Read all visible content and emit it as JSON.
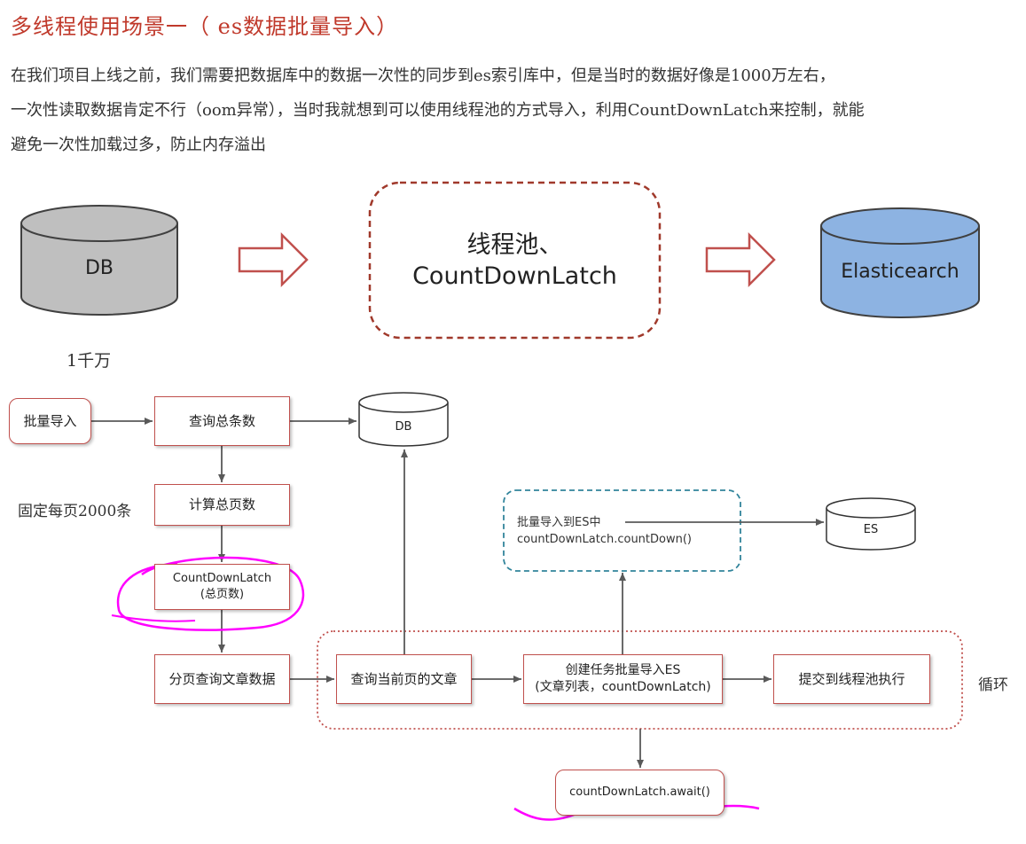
{
  "title": "多线程使用场景一（ es数据批量导入）",
  "paragraph": {
    "line1": "在我们项目上线之前，我们需要把数据库中的数据一次性的同步到es索引库中，但是当时的数据好像是1000万左右，",
    "line2": "一次性读取数据肯定不行（oom异常），当时我就想到可以使用线程池的方式导入，利用CountDownLatch来控制，就能",
    "line3": "避免一次性加载过多，防止内存溢出"
  },
  "top_diagram": {
    "db_label": "DB",
    "db_caption": "1千万",
    "middle_line1": "线程池、",
    "middle_line2": "CountDownLatch",
    "es_label": "Elasticearch"
  },
  "flow": {
    "batch_import": "批量导入",
    "query_total": "查询总条数",
    "db": "DB",
    "page_size_note": "固定每页2000条",
    "calc_pages": "计算总页数",
    "latch_line1": "CountDownLatch",
    "latch_line2": "(总页数)",
    "paged_query": "分页查询文章数据",
    "query_current": "查询当前页的文章",
    "create_task_line1": "创建任务批量导入ES",
    "create_task_line2": "(文章列表，countDownLatch)",
    "submit_pool": "提交到线程池执行",
    "loop": "循环",
    "import_es_line1": "批量导入到ES中",
    "import_es_line2": "countDownLatch.countDown()",
    "es": "ES",
    "await": "countDownLatch.await()"
  },
  "colors": {
    "title": "#c0392b",
    "box_border": "#c0504d",
    "db_gray": "#bfbfbf",
    "es_blue": "#8db3e2",
    "teal_dash": "#31849b",
    "highlight": "#ff00ff"
  }
}
